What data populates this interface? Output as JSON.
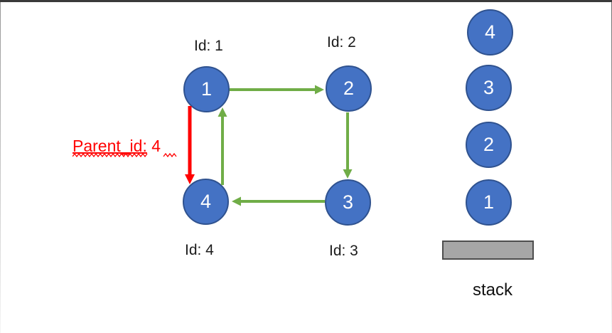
{
  "colors": {
    "node_fill": "#4472c4",
    "node_border": "#2f528f",
    "arrow_green": "#70ad47",
    "arrow_red": "#ff0000",
    "annotation_red": "#ff0000",
    "stack_base_fill": "#a6a6a6",
    "stack_base_border": "#4d4d4d",
    "frame_border": "#3a3a3a"
  },
  "graph": {
    "nodes": [
      {
        "label": "1",
        "id_caption": "Id: 1"
      },
      {
        "label": "2",
        "id_caption": "Id: 2"
      },
      {
        "label": "3",
        "id_caption": "Id: 3"
      },
      {
        "label": "4",
        "id_caption": "Id: 4"
      }
    ],
    "edges": [
      {
        "from": "1",
        "to": "2",
        "color": "green"
      },
      {
        "from": "2",
        "to": "3",
        "color": "green"
      },
      {
        "from": "3",
        "to": "4",
        "color": "green"
      },
      {
        "from": "4",
        "to": "1",
        "color": "green"
      },
      {
        "from": "1",
        "to": "4",
        "color": "red"
      }
    ],
    "parent_annotation": {
      "underlined": "Parent_id:",
      "rest": " 4"
    }
  },
  "stack": {
    "items": [
      "4",
      "3",
      "2",
      "1"
    ],
    "caption": "stack"
  }
}
